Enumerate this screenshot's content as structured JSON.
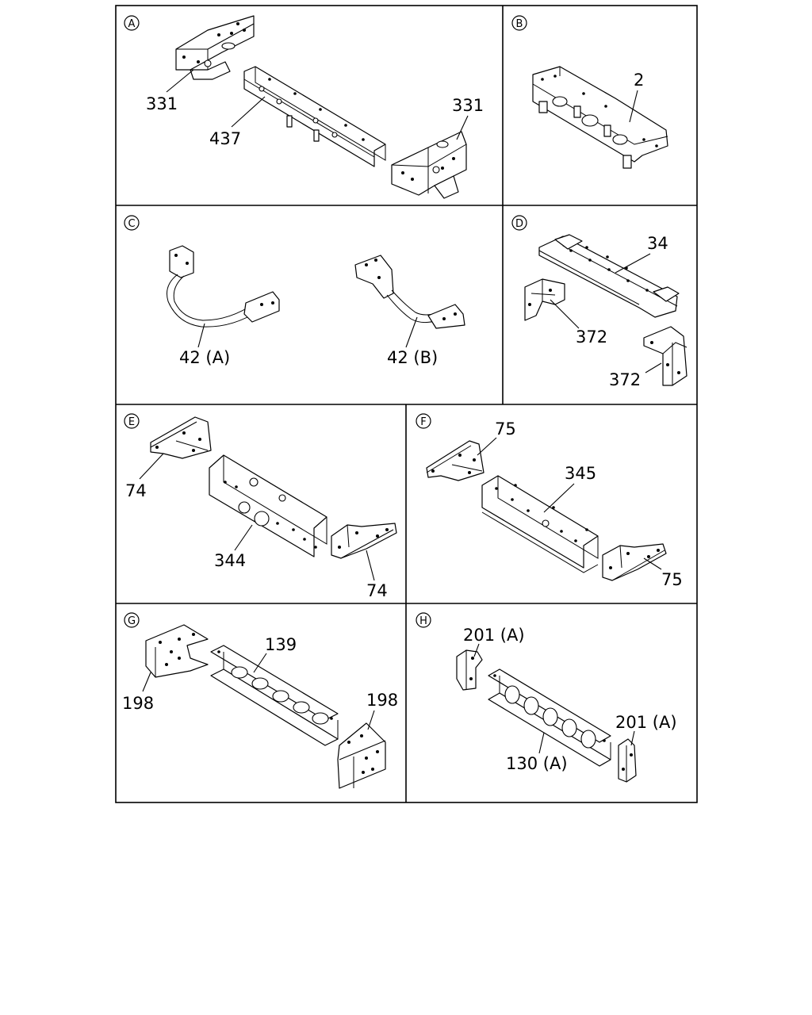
{
  "panels": {
    "A": {
      "badge": "A",
      "labels": [
        "331",
        "437",
        "331"
      ]
    },
    "B": {
      "badge": "B",
      "labels": [
        "2"
      ]
    },
    "C": {
      "badge": "C",
      "labels": [
        "42 (A)",
        "42 (B)"
      ]
    },
    "D": {
      "badge": "D",
      "labels": [
        "34",
        "372",
        "372"
      ]
    },
    "E": {
      "badge": "E",
      "labels": [
        "74",
        "344",
        "74"
      ]
    },
    "F": {
      "badge": "F",
      "labels": [
        "75",
        "345",
        "75"
      ]
    },
    "G": {
      "badge": "G",
      "labels": [
        "139",
        "198",
        "198"
      ]
    },
    "H": {
      "badge": "H",
      "labels": [
        "201 (A)",
        "201 (A)",
        "130 (A)"
      ]
    }
  }
}
